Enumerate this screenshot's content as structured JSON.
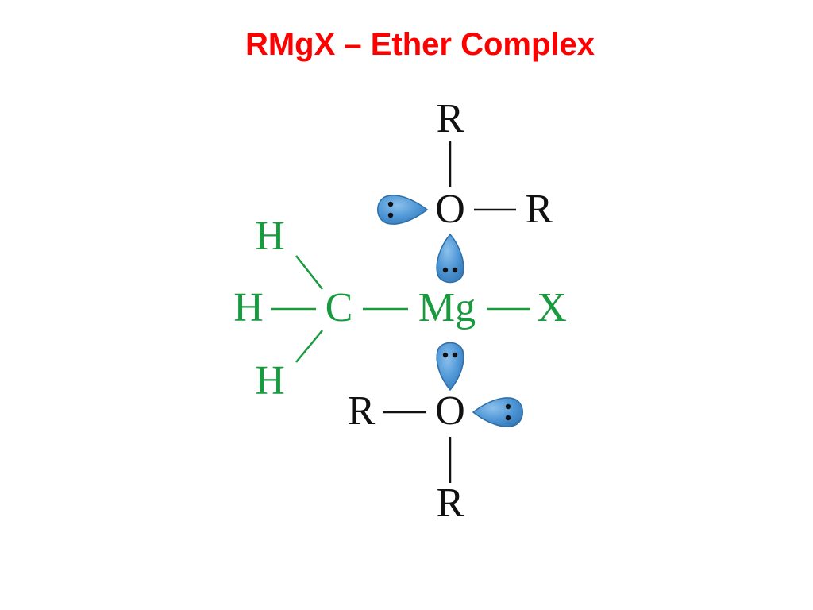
{
  "title": "RMgX – Ether Complex",
  "colors": {
    "title": "#ff0000",
    "methyl_group": "#1a9a3f",
    "ether": "#111111",
    "lone_pair_lobe": "#4f97d6",
    "lone_pair_lobe_edge": "#2e6fa8"
  },
  "atoms": {
    "methyl_h_top": "H",
    "methyl_h_left": "H",
    "methyl_h_bottom": "H",
    "carbon": "C",
    "magnesium": "Mg",
    "halogen": "X",
    "top_oxygen": "O",
    "top_r_above": "R",
    "top_r_right": "R",
    "bottom_oxygen": "O",
    "bottom_r_left": "R",
    "bottom_r_below": "R"
  },
  "icons": {
    "lone_pair": "teardrop-orbital-with-two-dots"
  }
}
